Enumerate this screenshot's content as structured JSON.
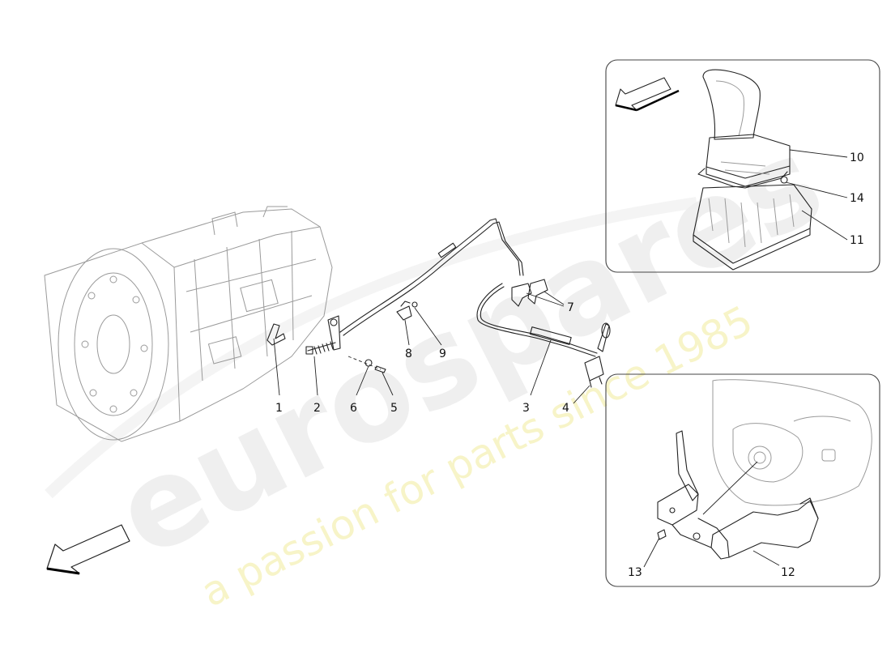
{
  "watermark": {
    "brand": "eurospares",
    "tagline": "a passion for parts since 1985",
    "brand_color": "#d9d9d9",
    "tagline_color": "#f5f2b8"
  },
  "callouts": {
    "c1": "1",
    "c2": "2",
    "c3": "3",
    "c4": "4",
    "c5": "5",
    "c6": "6",
    "c7": "7",
    "c8": "8",
    "c9": "9",
    "c10": "10",
    "c11": "11",
    "c12": "12",
    "c13": "13",
    "c14": "14"
  },
  "icons": {
    "direction_arrow": "arrow-icon"
  }
}
